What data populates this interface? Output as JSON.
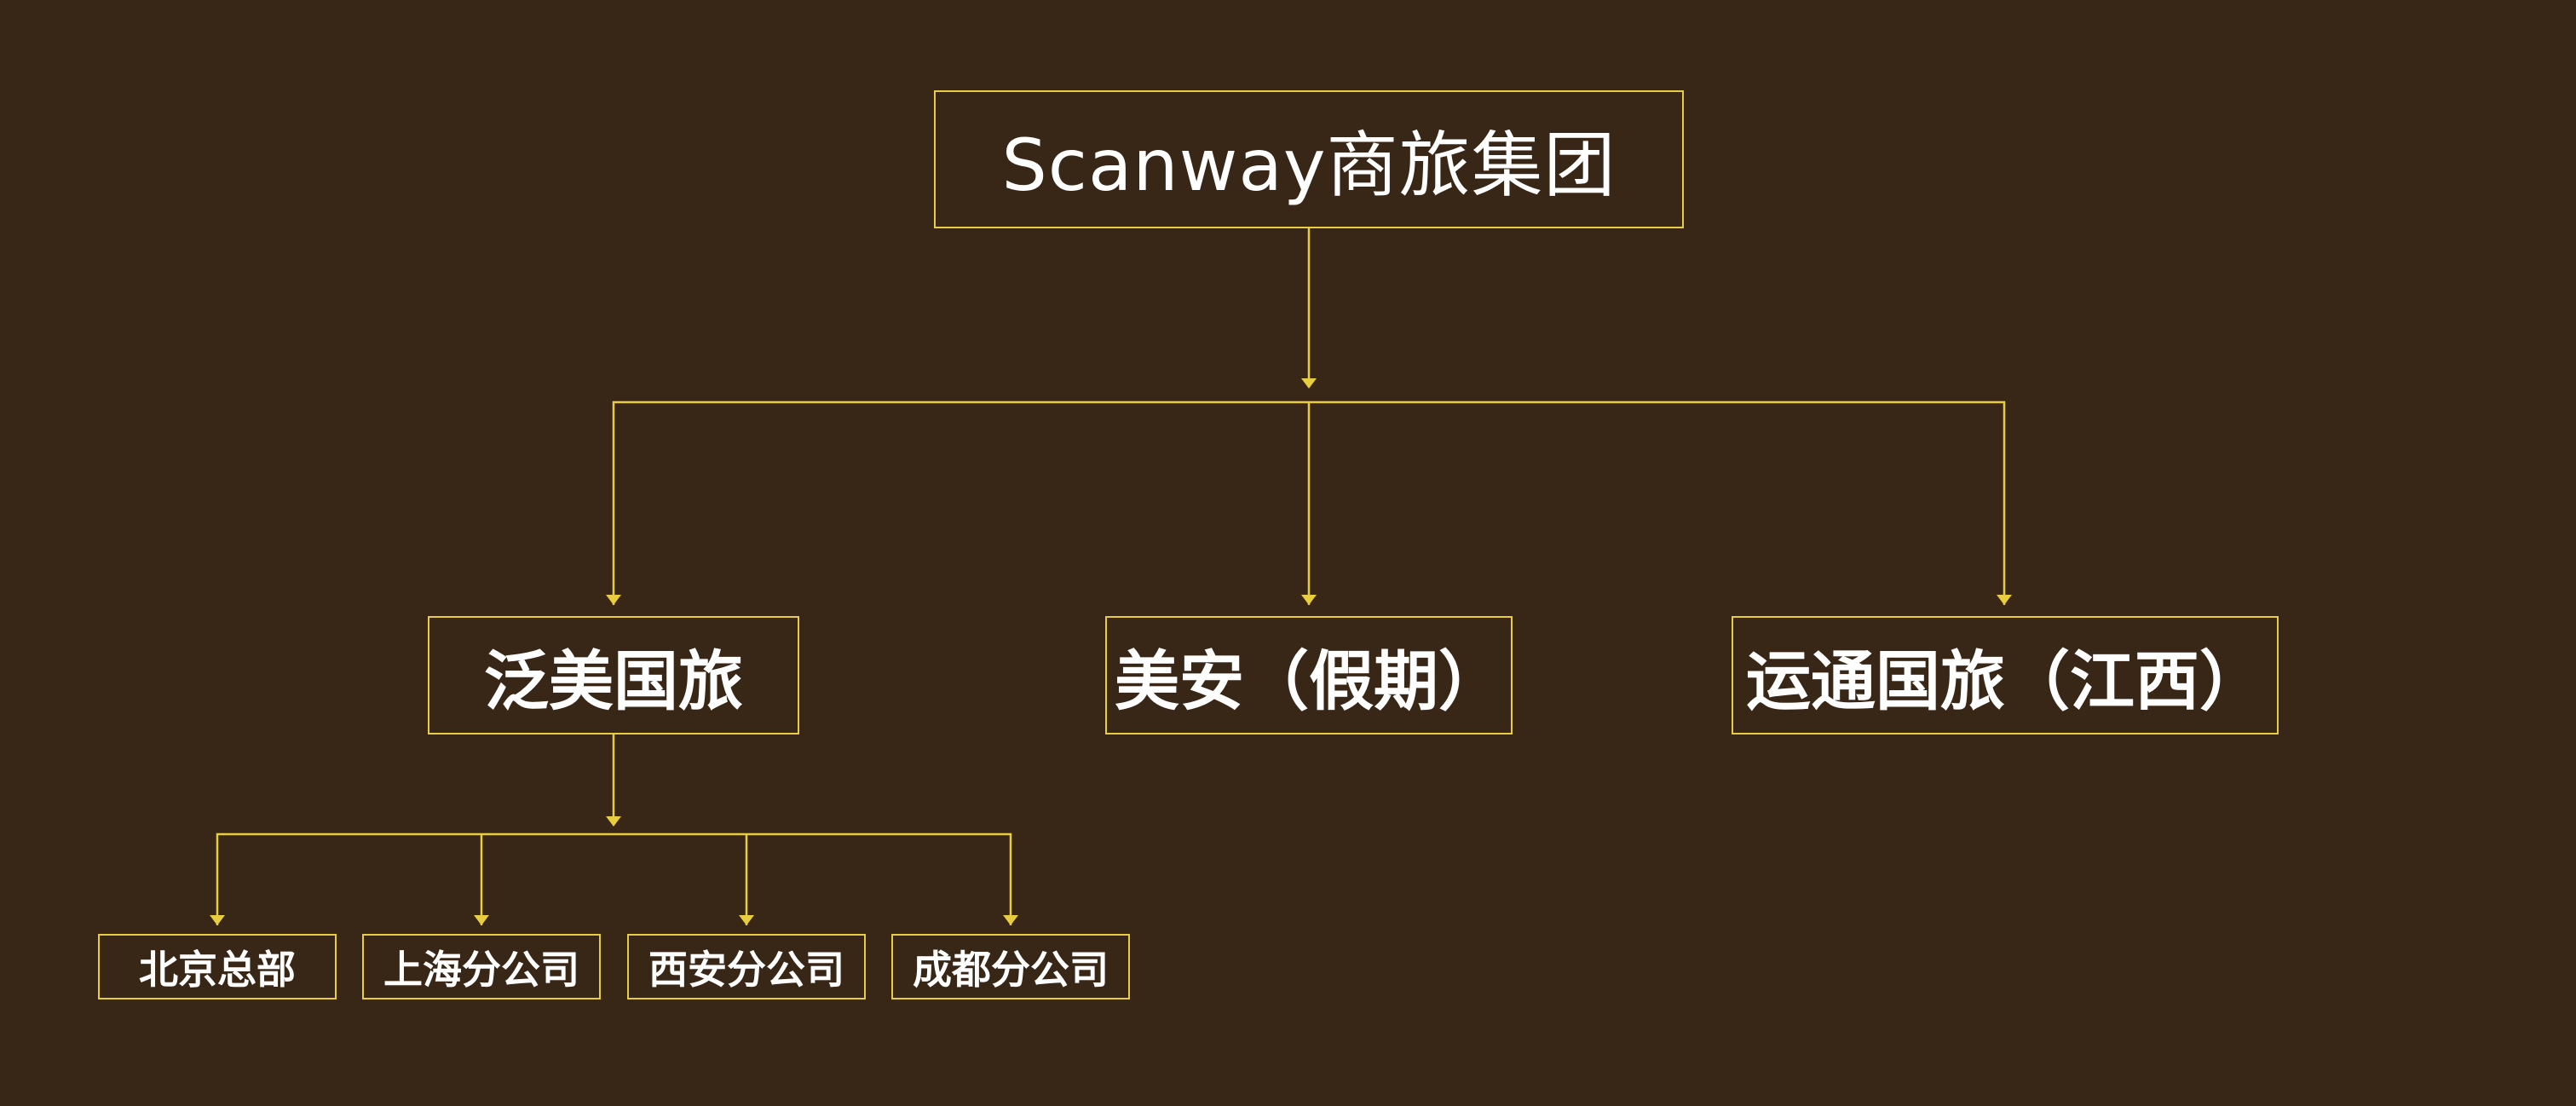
{
  "diagram": {
    "root": {
      "label": "Scanway商旅集团"
    },
    "divisions": [
      {
        "label": "泛美国旅"
      },
      {
        "label": "美安（假期）"
      },
      {
        "label": "运通国旅（江西）"
      }
    ],
    "branches": [
      {
        "label": "北京总部"
      },
      {
        "label": "上海分公司"
      },
      {
        "label": "西安分公司"
      },
      {
        "label": "成都分公司"
      }
    ]
  },
  "colors": {
    "background": "#382616",
    "line": "#e8cd3e",
    "text": "#ffffff"
  }
}
